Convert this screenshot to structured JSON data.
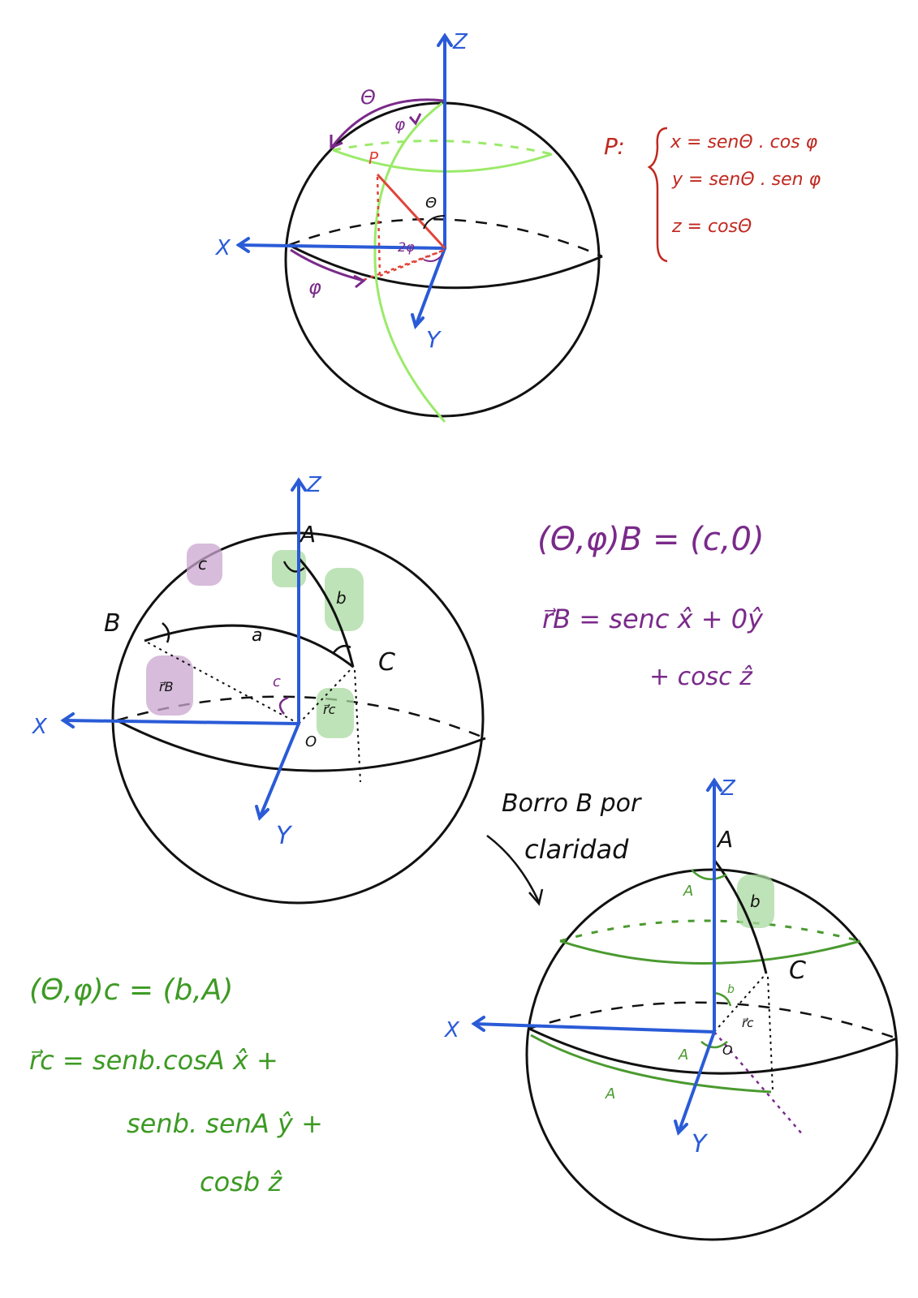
{
  "diagram1": {
    "axis_z": "Z",
    "axis_x": "X",
    "axis_y": "Y",
    "label_theta_top": "Θ",
    "label_phi_top": "φ",
    "label_P": "P",
    "label_theta_inner": "Θ",
    "label_phi_inner": "2φ",
    "label_phi_bottom": "φ",
    "eq_prefix": "P:",
    "eq_x": "x = senΘ . cos φ",
    "eq_y": "y = senΘ . sen φ",
    "eq_z": "z = cosΘ"
  },
  "diagram2": {
    "axis_z": "Z",
    "axis_x": "X",
    "axis_y": "Y",
    "label_A": "A",
    "label_B": "B",
    "label_C": "C",
    "label_O": "O",
    "label_a": "a",
    "label_b": "b",
    "label_c_highlight": "c",
    "label_c_angle": "c",
    "label_rB": "r⃗B",
    "label_rC": "r⃗c",
    "eq_B_coords": "(Θ,φ)B = (c,0)",
    "eq_B_vec_1": "r⃗B = senc x̂ + 0ŷ",
    "eq_B_vec_2": "+ cosc ẑ"
  },
  "diagram3": {
    "note_line1": "Borro B por",
    "note_line2": "claridad",
    "axis_z": "Z",
    "axis_x": "X",
    "axis_y": "Y",
    "label_A": "A",
    "label_A_angle_top": "A",
    "label_A_angle_origin": "A",
    "label_A_equator": "A",
    "label_b": "b",
    "label_b_small": "b",
    "label_C": "C",
    "label_O": "O",
    "label_rC": "r⃗c"
  },
  "green_equations": {
    "eq_C_coords": "(Θ,φ)c = (b,A)",
    "eq_C_vec_1": "r⃗c = senb.cosA x̂ +",
    "eq_C_vec_2": "senb. senA ŷ +",
    "eq_C_vec_3": "cosb ẑ"
  },
  "colors": {
    "axis_blue": "#2a5bd7",
    "equation_red": "#c0281f",
    "equation_purple": "#7a2a8a",
    "equation_green": "#3d9a24",
    "light_green": "#9bea6a"
  }
}
